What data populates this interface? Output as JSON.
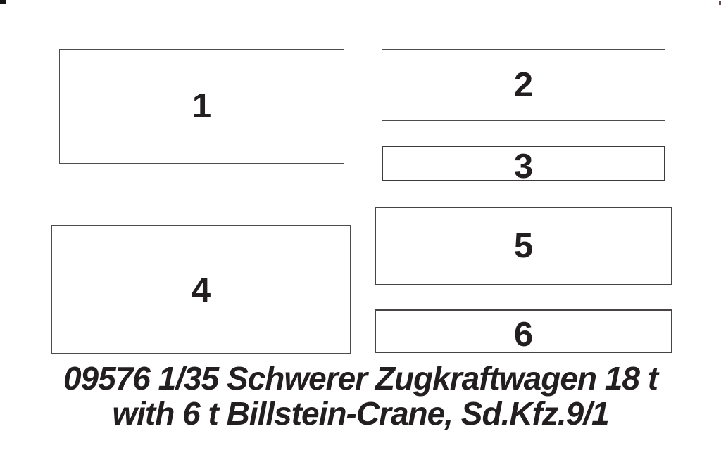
{
  "boxes": [
    {
      "label": "1"
    },
    {
      "label": "2"
    },
    {
      "label": "3"
    },
    {
      "label": "4"
    },
    {
      "label": "5"
    },
    {
      "label": "6"
    }
  ],
  "caption": {
    "line1": "09576 1/35 Schwerer Zugkraftwagen 18 t",
    "line2": "with 6 t Billstein-Crane, Sd.Kfz.9/1"
  },
  "colors": {
    "background": "#ffffff",
    "ink": "#231f20",
    "box_border": "#4d4d4d",
    "thick_box_border": "#3f3b3a"
  }
}
